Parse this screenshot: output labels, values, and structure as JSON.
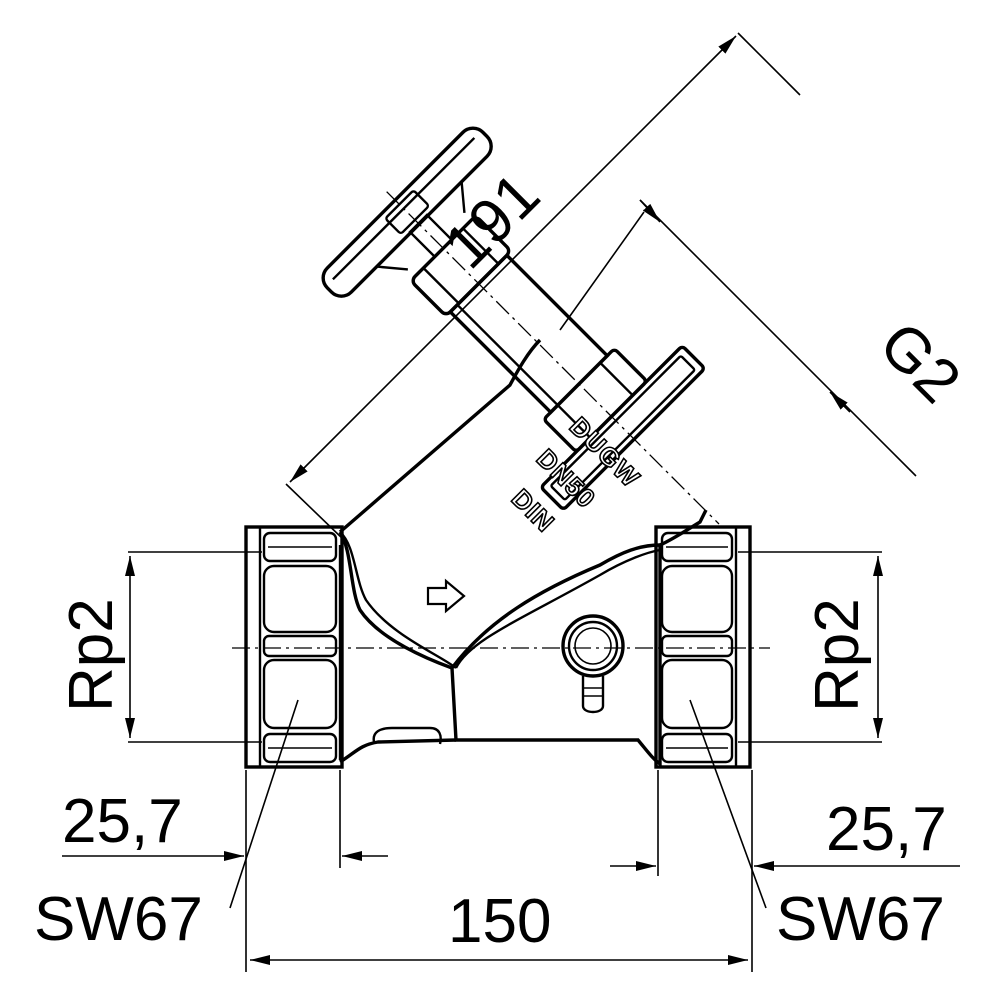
{
  "dimensions": {
    "overall_diagonal": "191",
    "bonnet_thread": "G2",
    "left_port_thread": "Rp2",
    "right_port_thread": "Rp2",
    "left_thread_depth": "25,7",
    "right_thread_depth": "25,7",
    "left_wrench_size": "SW67",
    "right_wrench_size": "SW67",
    "face_to_face": "150"
  },
  "body_marking": {
    "line1": "DUGW",
    "line2": "DN50",
    "line3": "DIN"
  },
  "colors": {
    "line": "#000000",
    "background": "#ffffff",
    "flow_arrow": "#ffffff"
  },
  "icons": {
    "flow_direction": "flow-arrow-icon",
    "handwheel": "handwheel-icon"
  }
}
